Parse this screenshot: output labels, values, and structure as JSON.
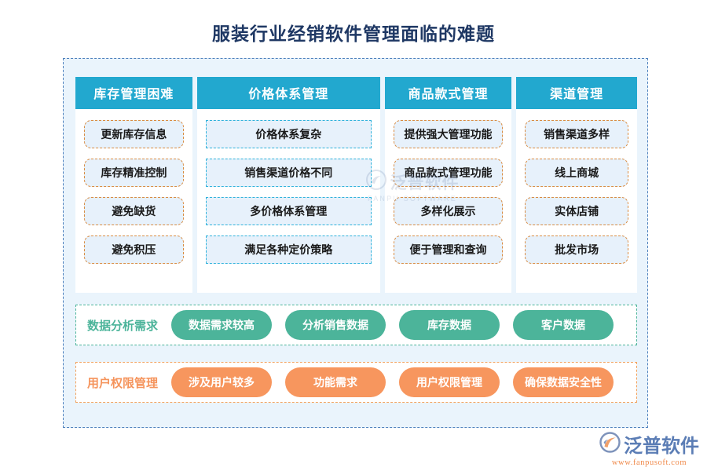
{
  "title": "服装行业经销软件管理面临的难题",
  "columns": [
    {
      "header": "库存管理困难",
      "item_style": "orange",
      "items": [
        "更新库存信息",
        "库存精准控制",
        "避免缺货",
        "避免积压"
      ]
    },
    {
      "header": "价格体系管理",
      "item_style": "cyan",
      "items": [
        "价格体系复杂",
        "销售渠道价格不同",
        "多价格体系管理",
        "满足各种定价策略"
      ]
    },
    {
      "header": "商品款式管理",
      "item_style": "orange",
      "items": [
        "提供强大管理功能",
        "商品款式管理功能",
        "多样化展示",
        "便于管理和查询"
      ]
    },
    {
      "header": "渠道管理",
      "item_style": "orange",
      "items": [
        "销售渠道多样",
        "线上商城",
        "实体店铺",
        "批发市场"
      ]
    }
  ],
  "bands": [
    {
      "label": "数据分析需求",
      "color": "#4cb49a",
      "tags": [
        "数据需求较高",
        "分析销售数据",
        "库存数据",
        "客户数据"
      ]
    },
    {
      "label": "用户权限管理",
      "color": "#f7965e",
      "tags": [
        "涉及用户较多",
        "功能需求",
        "用户权限管理",
        "确保数据安全性"
      ]
    }
  ],
  "watermark": {
    "text": "泛普软件",
    "subtext": "FANPU SOFTWARE"
  },
  "logo": {
    "text": "泛普软件",
    "url": "www.fanpusoft.com"
  },
  "colors": {
    "title": "#1f3864",
    "header_bg": "#22a8cf",
    "panel_bg": "#eaf4fc",
    "panel_border": "#4f81bd",
    "item_bg": "#e7f1fb",
    "item_border_orange": "#d98c43",
    "item_border_cyan": "#2fb2db",
    "green": "#4cb49a",
    "orange": "#f7965e",
    "logo_blue": "#5b7db5",
    "logo_orange": "#f08a4b"
  }
}
